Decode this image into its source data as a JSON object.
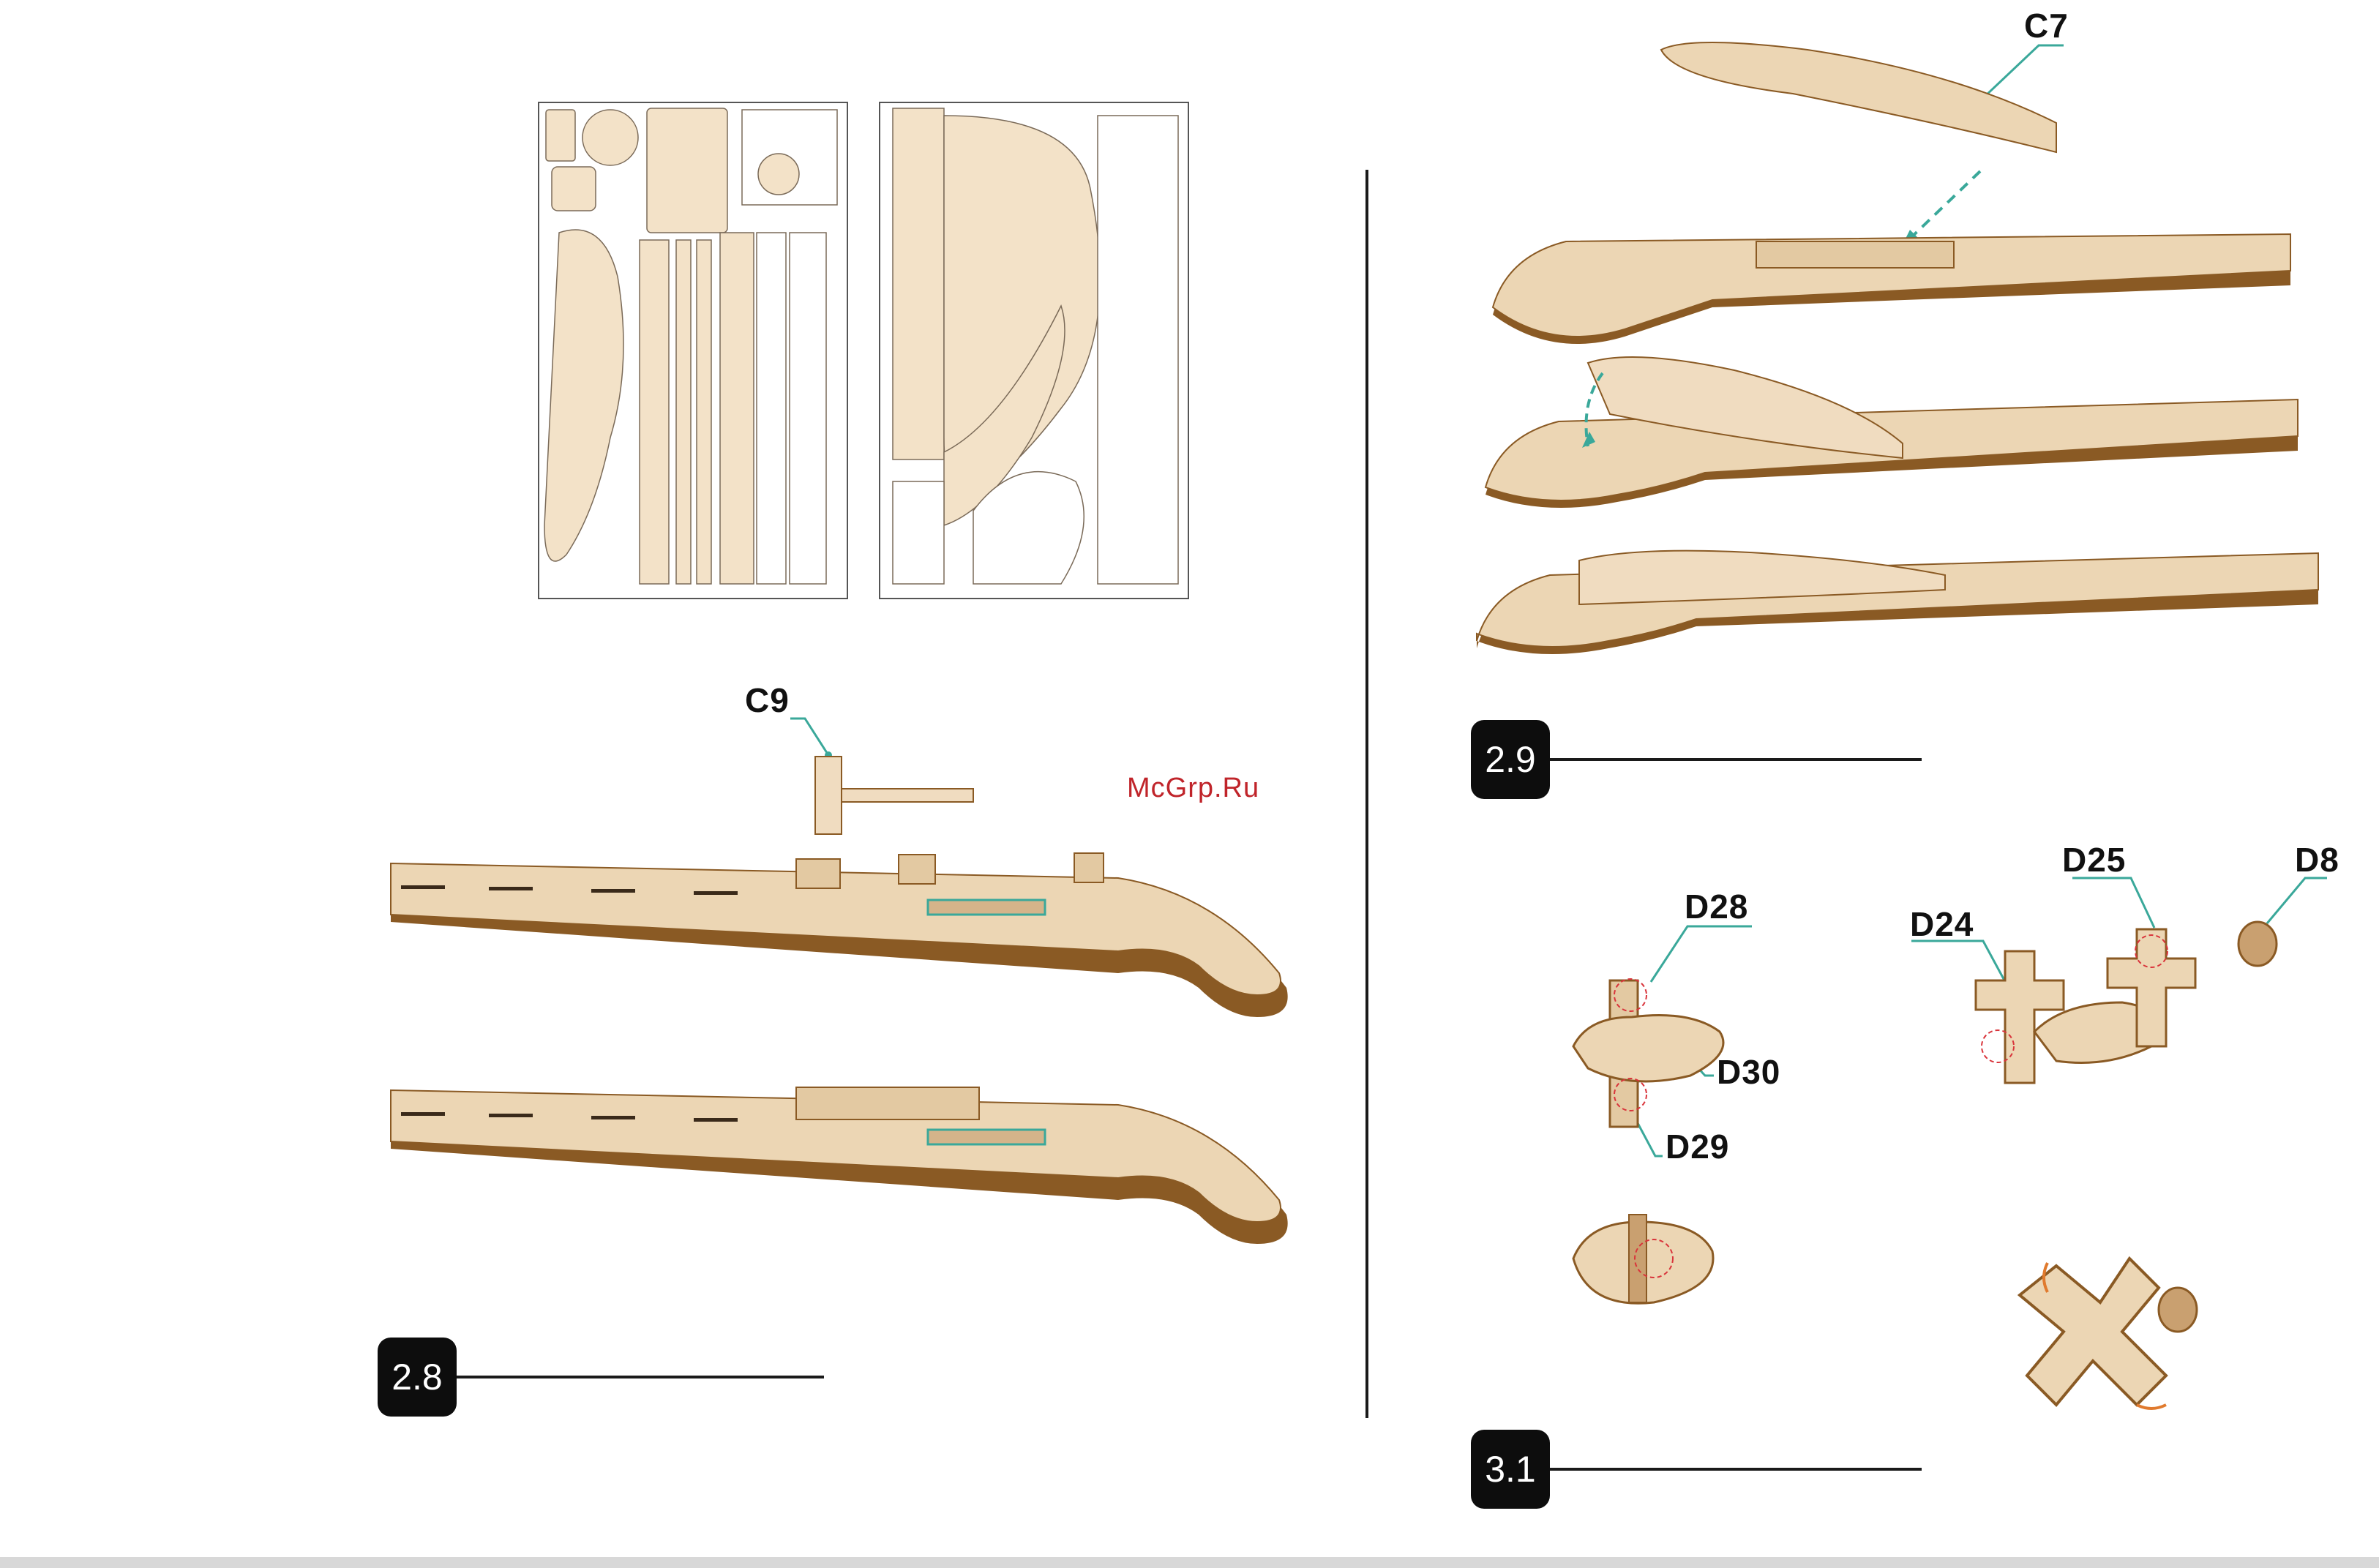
{
  "watermark": "McGrp.Ru",
  "steps": {
    "s28": "2.8",
    "s29": "2.9",
    "s31": "3.1"
  },
  "parts": {
    "c9": "C9",
    "c7": "C7",
    "d28": "D28",
    "d30": "D30",
    "d29": "D29",
    "d24": "D24",
    "d25": "D25",
    "d8": "D8"
  },
  "colors": {
    "wood_light": "#f0dcc0",
    "wood_face": "#e9d3b2",
    "wood_edge": "#8a5a24",
    "leader": "#3aa89a",
    "guide_red": "#d9343b",
    "badge": "#0d0d0d"
  }
}
